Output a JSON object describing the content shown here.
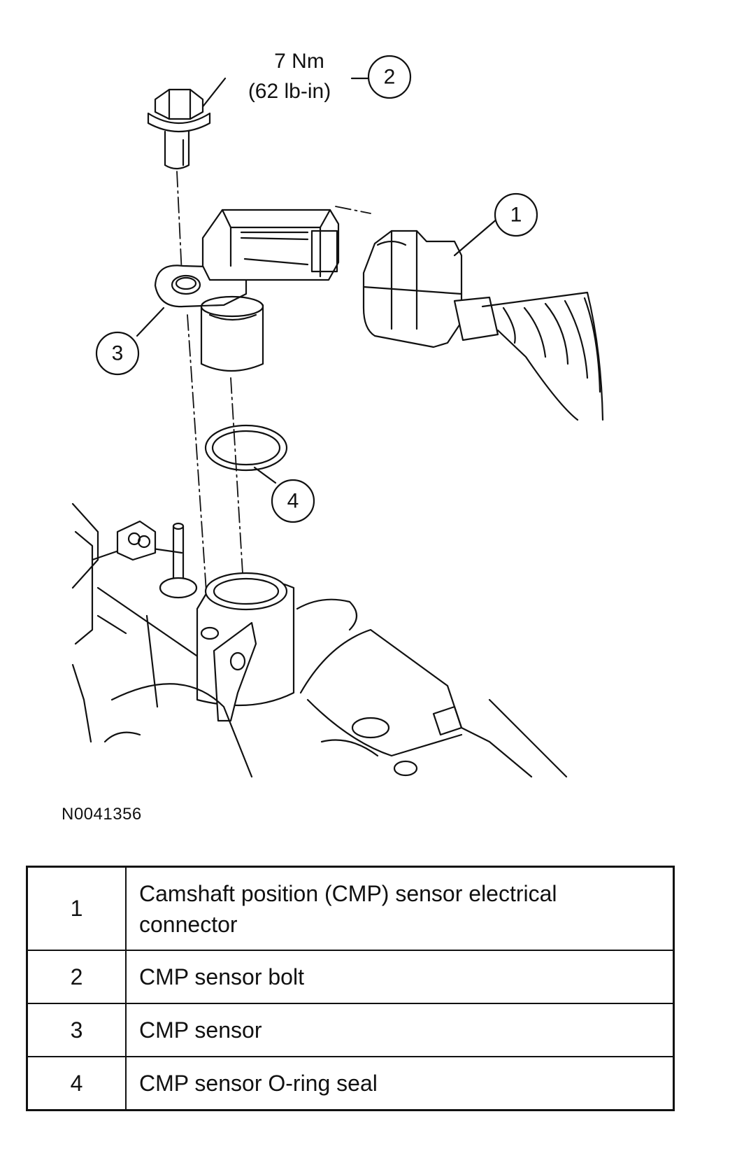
{
  "torque": {
    "line1": "7 Nm",
    "line2": "(62 lb-in)"
  },
  "callouts": [
    "1",
    "2",
    "3",
    "4"
  ],
  "figure_id": "N0041356",
  "legend": {
    "rows": [
      {
        "num": "1",
        "desc": "Camshaft position (CMP) sensor electrical connector"
      },
      {
        "num": "2",
        "desc": "CMP sensor bolt"
      },
      {
        "num": "3",
        "desc": "CMP sensor"
      },
      {
        "num": "4",
        "desc": "CMP sensor O-ring seal"
      }
    ]
  }
}
